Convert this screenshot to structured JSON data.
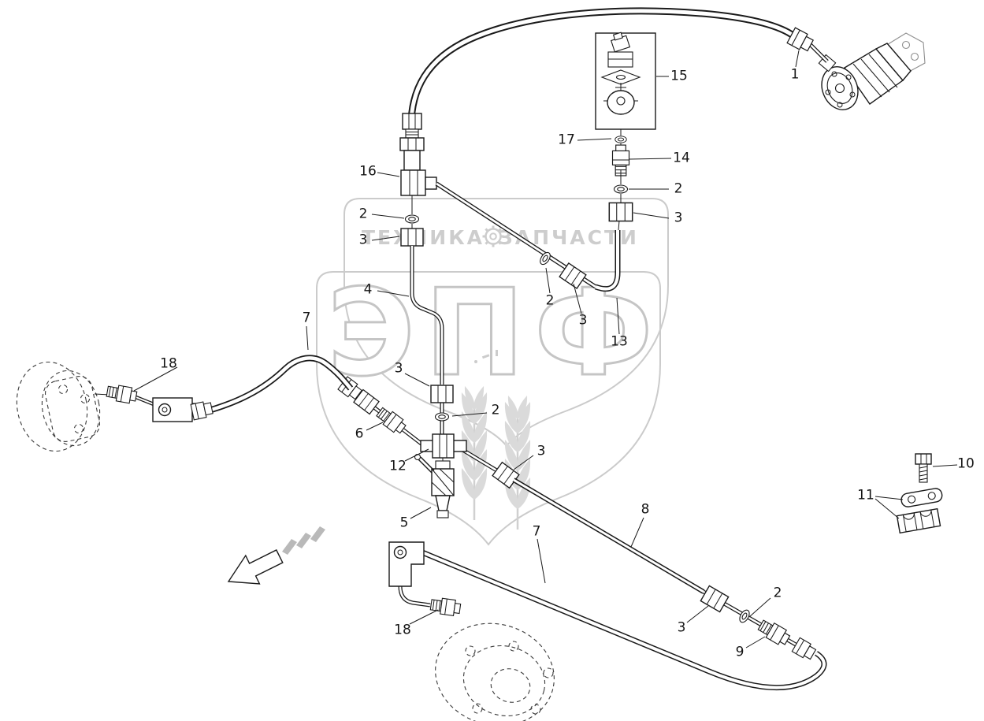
{
  "watermark": {
    "brand_left": "ТЕХНИКА",
    "brand_right": "ЗАПЧАСТИ",
    "brand_big": "ЭПФ"
  },
  "colors": {
    "line": "#1a1a1a",
    "watermark": "#cccccc"
  },
  "callouts": [
    {
      "label": "15"
    },
    {
      "label": "1"
    },
    {
      "label": "17"
    },
    {
      "label": "14"
    },
    {
      "label": "2"
    },
    {
      "label": "3"
    },
    {
      "label": "16"
    },
    {
      "label": "2"
    },
    {
      "label": "3"
    },
    {
      "label": "4"
    },
    {
      "label": "2"
    },
    {
      "label": "3"
    },
    {
      "label": "13"
    },
    {
      "label": "7"
    },
    {
      "label": "18"
    },
    {
      "label": "3"
    },
    {
      "label": "2"
    },
    {
      "label": "6"
    },
    {
      "label": "12"
    },
    {
      "label": "3"
    },
    {
      "label": "5"
    },
    {
      "label": "8"
    },
    {
      "label": "7"
    },
    {
      "label": "10"
    },
    {
      "label": "11"
    },
    {
      "label": "18"
    },
    {
      "label": "3"
    },
    {
      "label": "2"
    },
    {
      "label": "9"
    }
  ]
}
